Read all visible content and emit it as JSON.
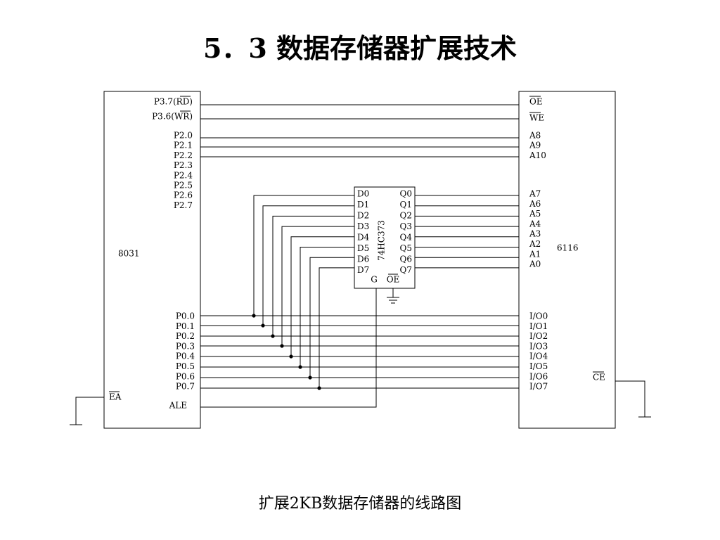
{
  "title": "5．3  数据存储器扩展技术",
  "caption": "扩展2KB数据存储器的线路图",
  "chips": {
    "cpu": {
      "name": "8031",
      "pins": {
        "rd": "P3.7(RD)",
        "wr": "P3.6(WR)",
        "p2": [
          "P2.0",
          "P2.1",
          "P2.2",
          "P2.3",
          "P2.4",
          "P2.5",
          "P2.6",
          "P2.7"
        ],
        "p0": [
          "P0.0",
          "P0.1",
          "P0.2",
          "P0.3",
          "P0.4",
          "P0.5",
          "P0.6",
          "P0.7"
        ],
        "ea": "EA",
        "ale": "ALE"
      }
    },
    "latch": {
      "name": "74HC373",
      "d": [
        "D0",
        "D1",
        "D2",
        "D3",
        "D4",
        "D5",
        "D6",
        "D7"
      ],
      "q": [
        "Q0",
        "Q1",
        "Q2",
        "Q3",
        "Q4",
        "Q5",
        "Q6",
        "Q7"
      ],
      "g": "G",
      "oe": "OE"
    },
    "ram": {
      "name": "6116",
      "oe": "OE",
      "we": "WE",
      "high_addr": [
        "A8",
        "A9",
        "A10"
      ],
      "low_addr": [
        "A7",
        "A6",
        "A5",
        "A4",
        "A3",
        "A2",
        "A1",
        "A0"
      ],
      "io": [
        "I/O0",
        "I/O1",
        "I/O2",
        "I/O3",
        "I/O4",
        "I/O5",
        "I/O6",
        "I/O7"
      ],
      "ce": "CE"
    }
  }
}
